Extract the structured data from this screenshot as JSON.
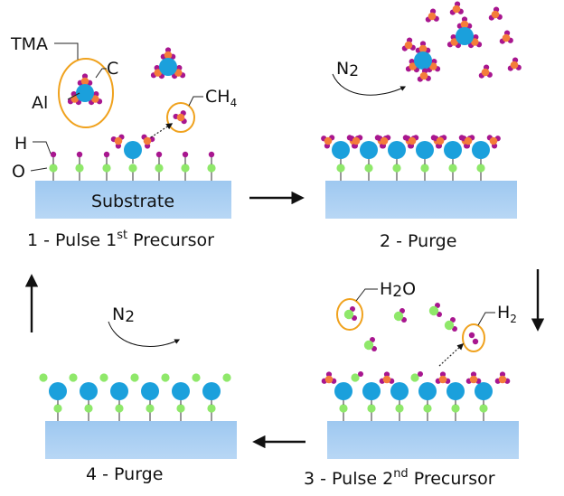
{
  "substrate_label": "Substrate",
  "labels": {
    "tma": "TMA",
    "carbon": "C",
    "aluminum": "Al",
    "hydrogen": "H",
    "oxygen": "O"
  },
  "molecules": {
    "ch4_main": "CH",
    "ch4_sub": "4",
    "n2_main": "N",
    "n2_sub": "2",
    "h2o_pre": "H",
    "h2o_sub": "2",
    "h2o_post": "O",
    "h2_main": "H",
    "h2_sub": "2"
  },
  "steps": {
    "step1_main": "1 - Pulse 1",
    "step1_sup": "st",
    "step1_tail": " Precursor",
    "step2": "2 - Purge",
    "step3_main": "3 - Pulse 2",
    "step3_sup": "nd",
    "step3_tail": " Precursor",
    "step4": "4 - Purge"
  },
  "colors": {
    "substrate": "#a9cdf2",
    "aluminum": "#1ba0dc",
    "oxygen": "#8fe86a",
    "carbon": "#f47d3a",
    "hydrogen": "#a8168f",
    "highlight": "#f0a21e",
    "arrow": "#111111"
  }
}
